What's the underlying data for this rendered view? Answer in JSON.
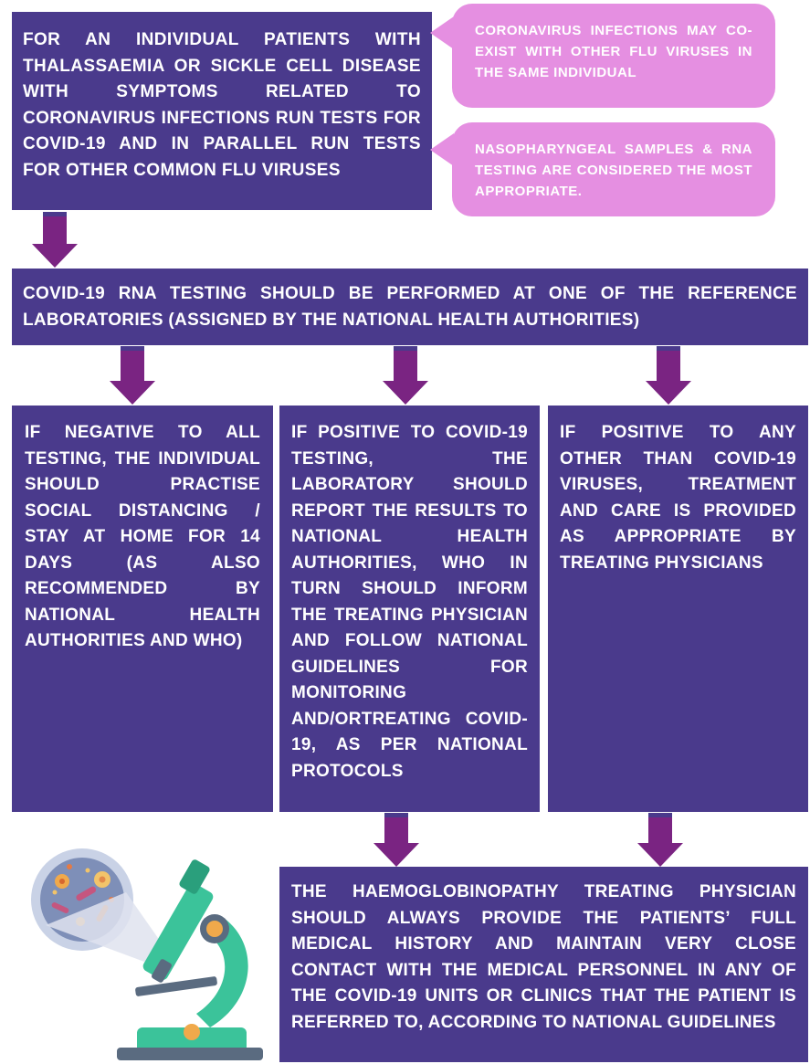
{
  "box_initial": "FOR AN INDIVIDUAL PATIENTS WITH THALASSAEMIA OR SICKLE CELL DISEASE WITH SYMPTOMS RELATED TO CORONAVIRUS INFECTIONS RUN TESTS FOR COVID-19 AND IN PARALLEL RUN TESTS FOR OTHER COMMON FLU VIRUSES",
  "note_coexist": "CORONAVIRUS INFECTIONS MAY CO-EXIST WITH OTHER FLU VIRUSES IN THE SAME INDIVIDUAL",
  "note_samples": "NASOPHARYNGEAL SAMPLES & RNA TESTING ARE CONSIDERED THE MOST APPROPRIATE.",
  "box_rna_testing": "COVID-19 RNA TESTING SHOULD BE PERFORMED AT ONE OF THE REFERENCE LABORATORIES (ASSIGNED BY THE NATIONAL HEALTH AUTHORITIES)",
  "box_negative": "IF NEGATIVE TO ALL TESTING, THE INDIVIDUAL SHOULD PRACTISE SOCIAL DISTANCING / STAY AT HOME FOR 14 DAYS (AS ALSO RECOMMENDED BY NATIONAL HEALTH AUTHORITIES AND WHO)",
  "box_positive_covid": "IF POSITIVE TO COVID-19 TESTING, THE LABORATORY SHOULD REPORT THE RESULTS TO NATIONAL HEALTH AUTHORITIES, WHO IN TURN SHOULD INFORM THE TREATING PHYSICIAN AND FOLLOW NATIONAL GUIDELINES FOR MONITORING AND/ORTREATING COVID-19, AS PER NATIONAL PROTOCOLS",
  "box_positive_other": "IF POSITIVE TO ANY OTHER THAN COVID-19 VIRUSES, TREATMENT AND CARE IS PROVIDED AS APPROPRIATE BY TREATING PHYSICIANS",
  "box_final": "THE HAEMOGLOBINOPATHY TREATING PHYSICIAN SHOULD ALWAYS PROVIDE THE PATIENTS’ FULL MEDICAL HISTORY AND MAINTAIN VERY CLOSE CONTACT WITH THE MEDICAL PERSONNEL IN ANY OF THE COVID-19 UNITS OR CLINICS THAT THE PATIENT IS REFERRED TO, ACCORDING TO NATIONAL GUIDELINES",
  "illustration": "microscope-icon",
  "colors": {
    "box": "#4a3a8c",
    "bubble": "#e58fe1",
    "arrow": "#7a2482",
    "text": "#ffffff"
  }
}
